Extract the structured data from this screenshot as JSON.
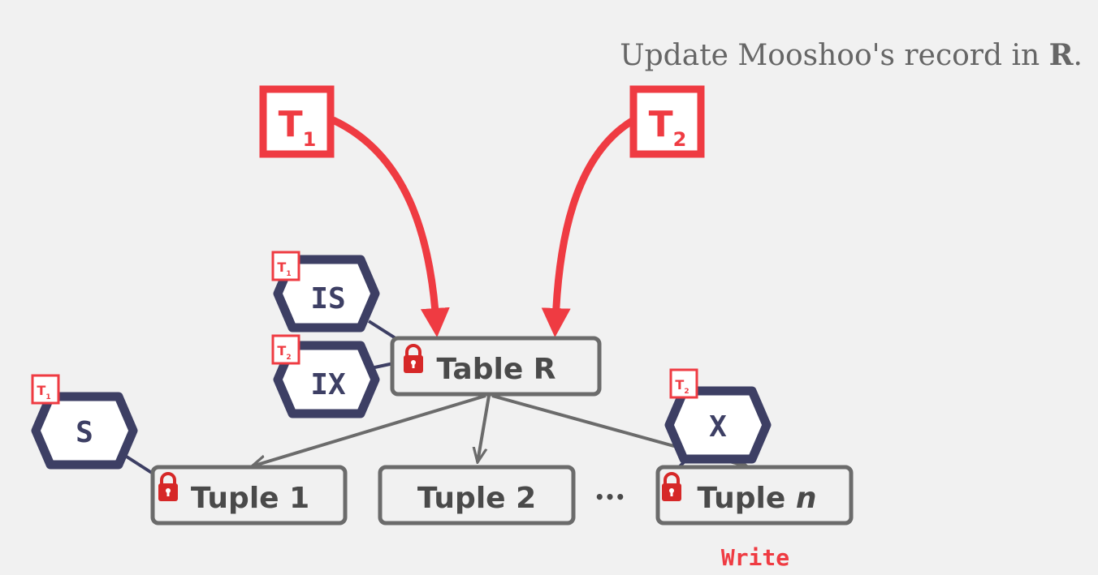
{
  "caption": {
    "prefix": "Update Mooshoo's record in ",
    "relation": "R",
    "suffix": "."
  },
  "transactions": {
    "t1": {
      "letter": "T",
      "sub": "1"
    },
    "t2": {
      "letter": "T",
      "sub": "2"
    }
  },
  "nodes": {
    "table": {
      "label": "Table R"
    },
    "tuple1": {
      "label": "Tuple 1"
    },
    "tuple2": {
      "label": "Tuple 2"
    },
    "tuplen": {
      "prefix": "Tuple ",
      "italic": "n"
    },
    "ellipsis": "•••"
  },
  "locks": {
    "is_t1": {
      "mode": "IS",
      "holder_letter": "T",
      "holder_sub": "1"
    },
    "ix_t2": {
      "mode": "IX",
      "holder_letter": "T",
      "holder_sub": "2"
    },
    "s_t1": {
      "mode": "S",
      "holder_letter": "T",
      "holder_sub": "1"
    },
    "x_t2": {
      "mode": "X",
      "holder_letter": "T",
      "holder_sub": "2"
    }
  },
  "write_label": "Write",
  "colors": {
    "background": "#f1f1f1",
    "accent_red": "#ef3b42",
    "hexagon_navy": "#3d3f64",
    "node_gray": "#6b6b6b",
    "text_dark": "#4a4a4a",
    "caption_gray": "#666666",
    "padlock_red": "#d62828"
  },
  "icons": {
    "lock": "padlock-icon"
  }
}
